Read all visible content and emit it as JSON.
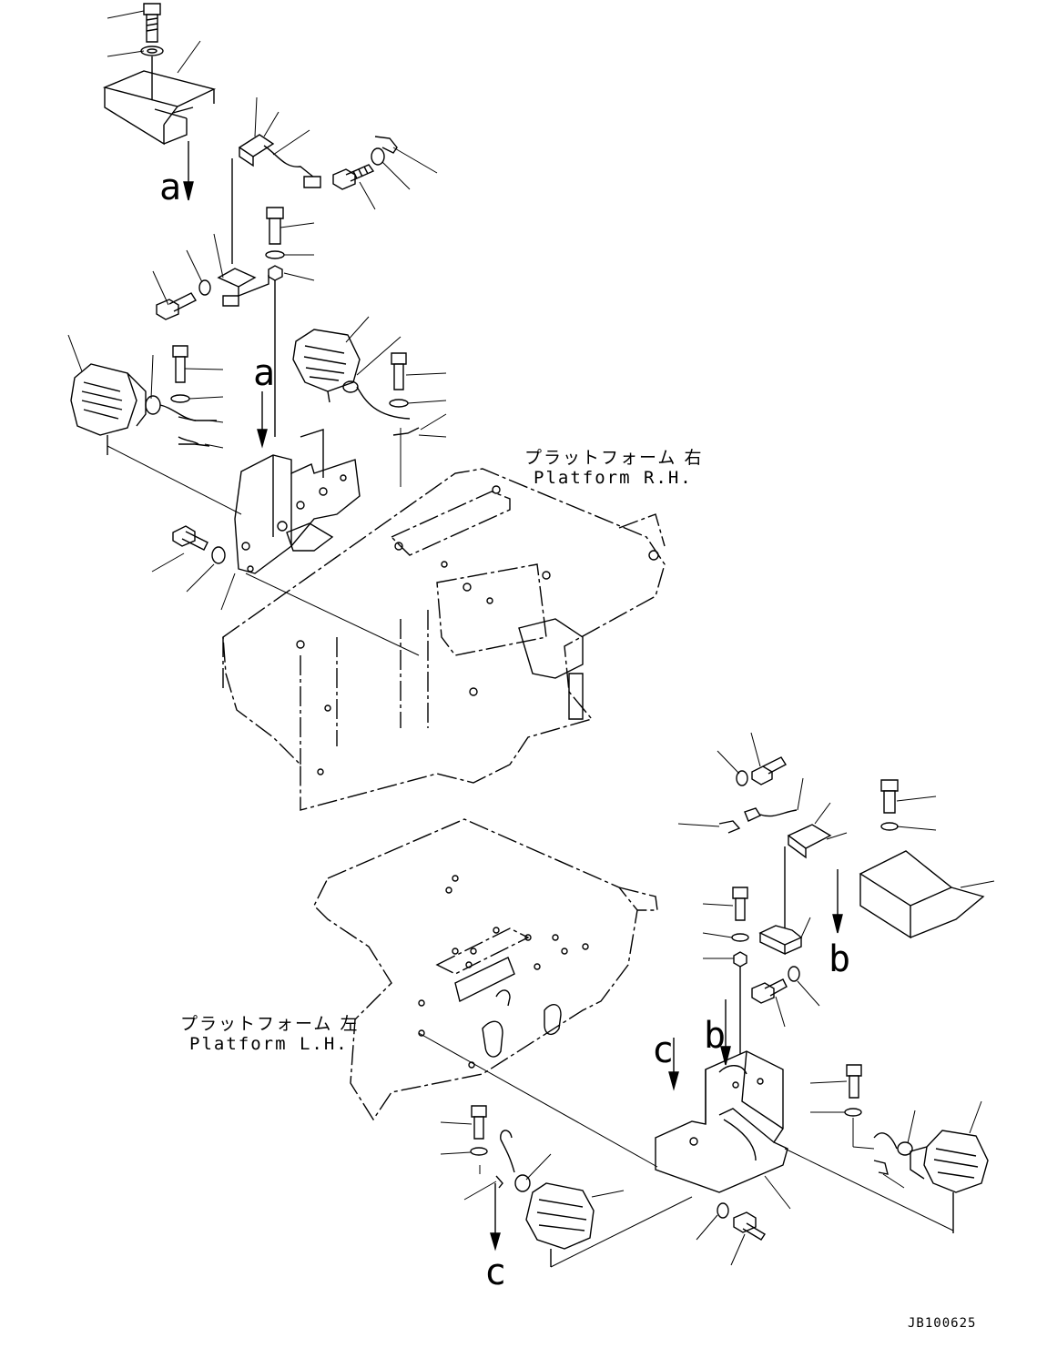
{
  "refs": {
    "a_top": "a",
    "a_mid": "a",
    "b_right": "b",
    "b_mid": "b",
    "c_upper": "c",
    "c_lower": "c"
  },
  "platform_rh": {
    "jp": "プラットフォーム 右",
    "en": "Platform R.H."
  },
  "platform_lh": {
    "jp": "プラットフォーム 左",
    "en": "Platform L.H."
  },
  "drawing_code": "JB100625"
}
